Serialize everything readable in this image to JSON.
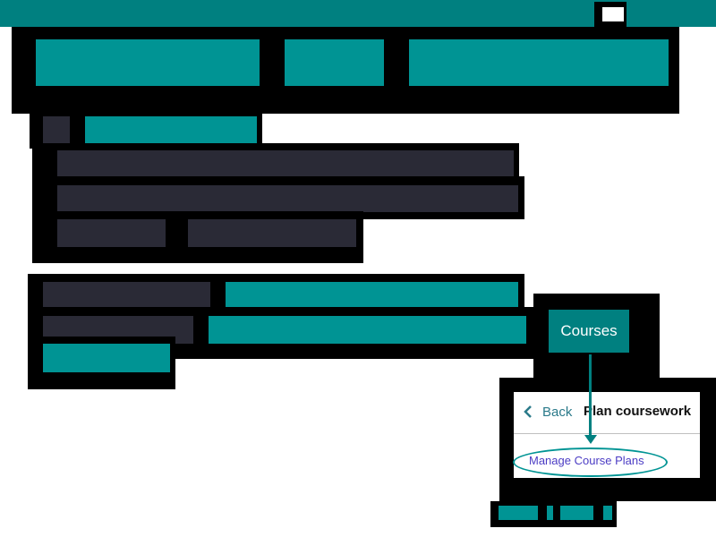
{
  "callout": {
    "label": "Courses"
  },
  "panel": {
    "back_label": "Back",
    "title": "Plan coursework",
    "link_label": "Manage Course Plans"
  },
  "colors": {
    "top_bar": "#008080",
    "teal_block": "#009494",
    "dark_block": "#2a2a36",
    "link": "#4b3cc4",
    "back_link": "#2b7a8a"
  },
  "icons": {
    "back": "chevron-left-icon",
    "arrow": "arrow-down-icon"
  }
}
